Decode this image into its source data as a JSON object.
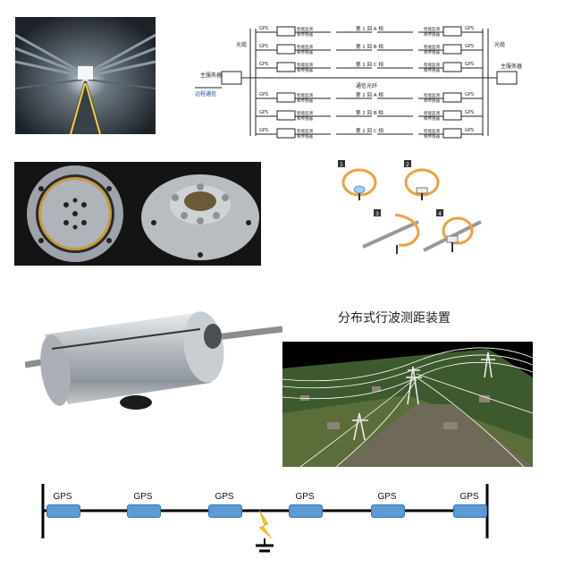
{
  "diagram_top": {
    "label_main_left": "主服务器",
    "label_main_right": "主服务器",
    "label_remote": "远程通信",
    "label_fiber_left": "光缆",
    "label_fiber_right": "光缆",
    "label_comm_fiber": "通信光纤",
    "gps": "GPS",
    "sensor_line1": "智能监测",
    "sensor_line2": "和传感器",
    "circuit_labels": [
      "第 1 回 A 相",
      "第 1 回 B 相",
      "第 1 回 C 相",
      "第 2 回 A 相",
      "第 2 回 B 相",
      "第 2 回 C 相"
    ]
  },
  "install_steps": [
    "1",
    "2",
    "3",
    "4"
  ],
  "caption": "分布式行波测距装置",
  "bottom_diagram": {
    "gps_labels": [
      "GPS",
      "GPS",
      "GPS",
      "GPS",
      "GPS",
      "GPS"
    ],
    "colors": {
      "gps_box": "#5b9bd5",
      "lightning": "#f5c518",
      "line": "#000000"
    }
  }
}
